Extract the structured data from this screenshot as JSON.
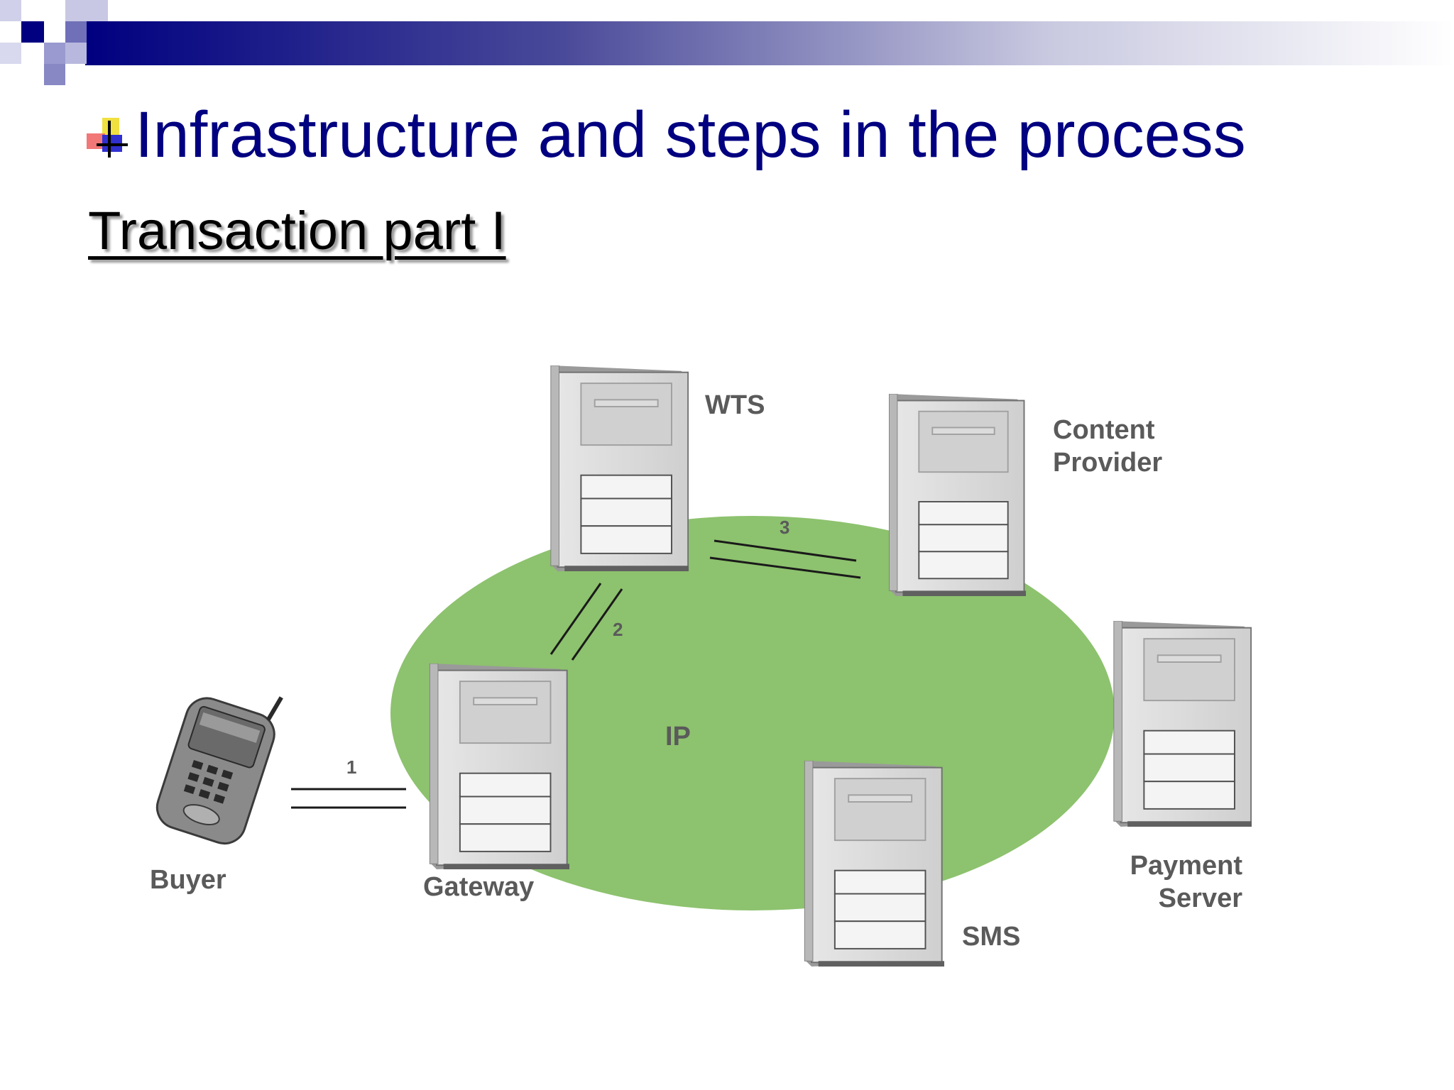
{
  "slide": {
    "title": "Infrastructure and steps in the process",
    "subtitle": "Transaction part  I"
  },
  "diagram": {
    "network_label": "IP",
    "nodes": {
      "wts": "WTS",
      "content_provider_line1": "Content",
      "content_provider_line2": "Provider",
      "payment_server_line1": "Payment",
      "payment_server_line2": "Server",
      "sms": "SMS",
      "gateway": "Gateway",
      "buyer": "Buyer"
    },
    "links": {
      "step1": "1",
      "step2": "2",
      "step3": "3"
    }
  },
  "colors": {
    "title": "#000080",
    "network": "#8dc26e",
    "bar_start": "#000080"
  },
  "icons": {
    "bullet": "colored-cross-bullet-icon",
    "server": "tower-server-icon",
    "phone": "pda-phone-icon"
  }
}
